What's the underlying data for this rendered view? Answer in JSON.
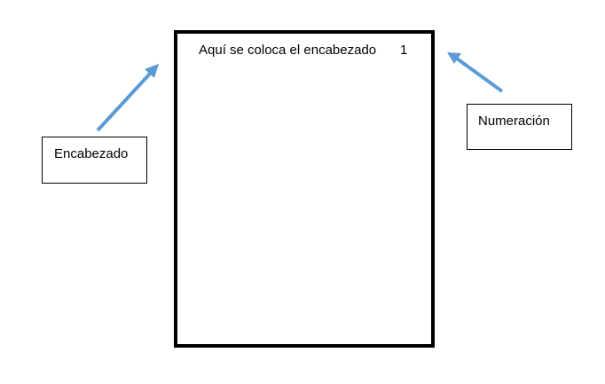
{
  "document": {
    "header_text": "Aquí se coloca el encabezado",
    "page_number": "1"
  },
  "labels": {
    "encabezado": "Encabezado",
    "numeracion": "Numeración"
  },
  "colors": {
    "arrow": "#5B9BD5",
    "border": "#000000",
    "background": "#FFFFFF"
  }
}
